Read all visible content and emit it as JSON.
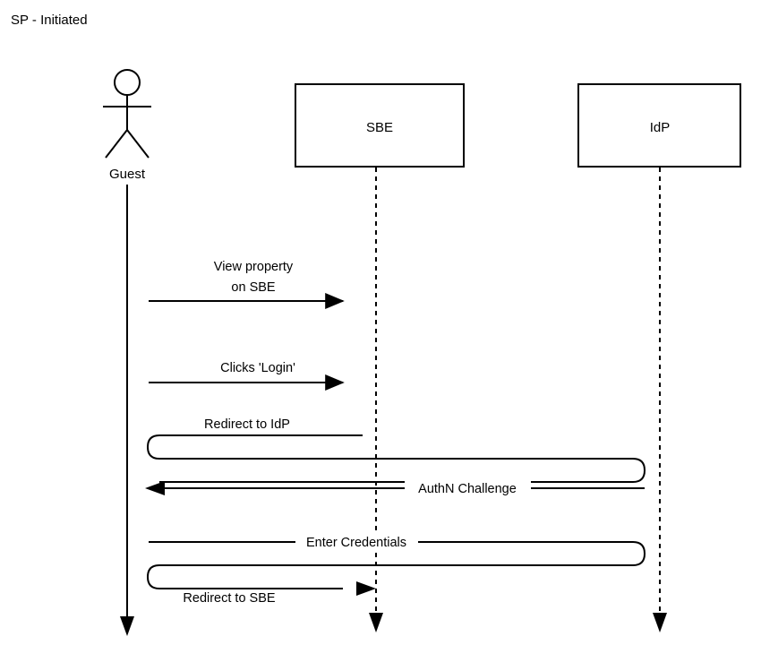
{
  "diagram": {
    "title": "SP - Initiated",
    "type": "uml-sequence-diagram",
    "background_color": "#ffffff",
    "line_color": "#000000",
    "participants": [
      {
        "id": "guest",
        "label": "Guest",
        "shape": "actor",
        "lifeline_style": "solid"
      },
      {
        "id": "sbe",
        "label": "SBE",
        "shape": "box",
        "lifeline_style": "dashed"
      },
      {
        "id": "idp",
        "label": "IdP",
        "shape": "box",
        "lifeline_style": "dashed"
      }
    ],
    "messages": [
      {
        "id": "msg-view-property",
        "from": "guest",
        "to": "sbe",
        "label_lines": [
          "View property",
          "on SBE"
        ],
        "label_position": "above",
        "direction": "right",
        "style": "straight"
      },
      {
        "id": "msg-clicks-login",
        "from": "guest",
        "to": "sbe",
        "label_lines": [
          "Clicks 'Login'"
        ],
        "label_position": "above",
        "direction": "right",
        "style": "straight"
      },
      {
        "id": "msg-redirect-to-idp",
        "from": "sbe",
        "to": "idp",
        "label_lines": [
          "Redirect to IdP"
        ],
        "label_position": "above",
        "direction": "wrap-left",
        "style": "rounded-loop"
      },
      {
        "id": "msg-authn-challenge",
        "from": "idp",
        "to": "guest",
        "label_lines": [
          "AuthN Challenge"
        ],
        "label_position": "on-line",
        "direction": "left",
        "style": "straight"
      },
      {
        "id": "msg-enter-credentials",
        "from": "guest",
        "to": "idp",
        "label_lines": [
          "Enter Credentials"
        ],
        "label_position": "on-line",
        "direction": "right",
        "style": "rounded-loop"
      },
      {
        "id": "msg-redirect-to-sbe",
        "from": "idp",
        "to": "sbe",
        "label_lines": [
          "Redirect to SBE"
        ],
        "label_position": "below",
        "direction": "right",
        "style": "straight"
      }
    ]
  }
}
